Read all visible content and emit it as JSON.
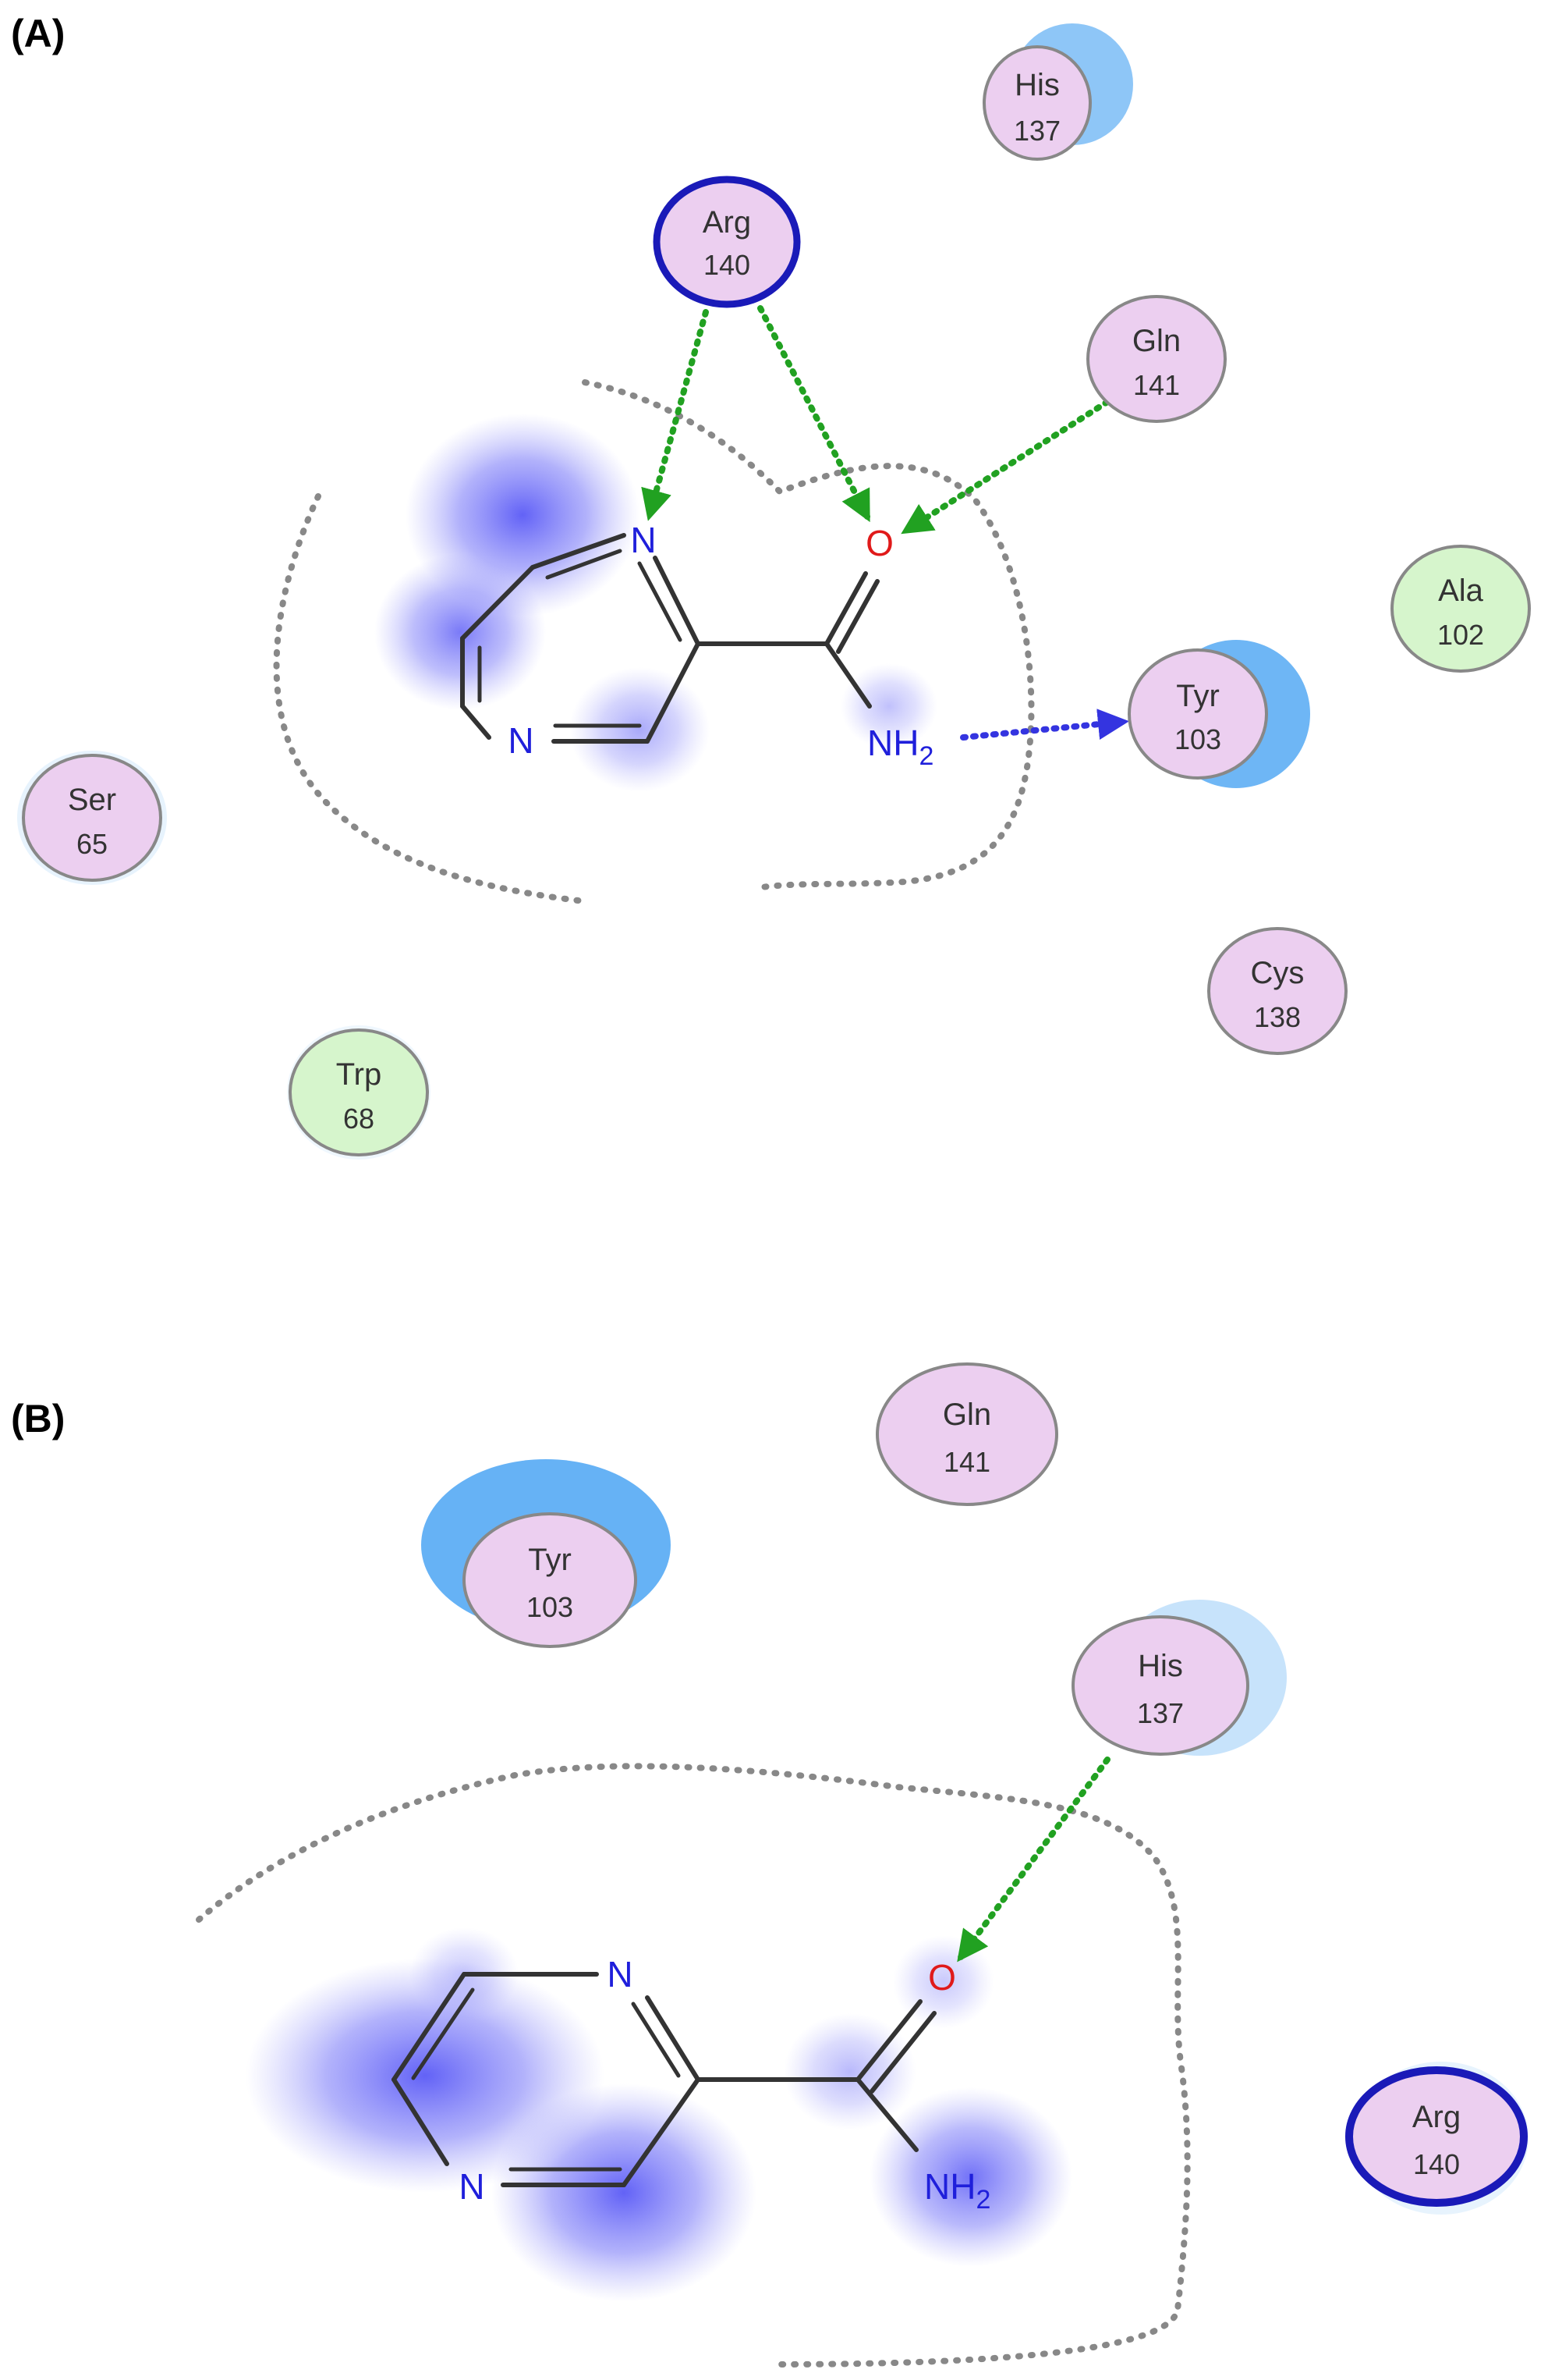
{
  "colors": {
    "residue_polar_fill": "#ECCFF0",
    "residue_hydrophobic_fill": "#D6F5CC",
    "residue_stroke": "#888888",
    "residue_strong_stroke": "#1A1AB8",
    "halo": "#5EAEF4",
    "ligand_glow": "#6E6EF8",
    "hbond_green": "#21A121",
    "hbond_blue": "#3434E0",
    "nitrogen": "#1F1FDB",
    "oxygen": "#E01A1A",
    "bond": "#333333",
    "pocket_outline": "#888888"
  },
  "panels": [
    {
      "label": "(A)",
      "residues": [
        {
          "name": "His",
          "number": "137",
          "type": "polar",
          "halo": "strong"
        },
        {
          "name": "Arg",
          "number": "140",
          "type": "polar",
          "outline": "strong"
        },
        {
          "name": "Gln",
          "number": "141",
          "type": "polar"
        },
        {
          "name": "Ala",
          "number": "102",
          "type": "hydrophobic"
        },
        {
          "name": "Tyr",
          "number": "103",
          "type": "polar",
          "halo": "strong"
        },
        {
          "name": "Ser",
          "number": "65",
          "type": "polar",
          "halo": "faint"
        },
        {
          "name": "Cys",
          "number": "138",
          "type": "polar"
        },
        {
          "name": "Trp",
          "number": "68",
          "type": "hydrophobic",
          "halo": "faint"
        }
      ],
      "atoms": {
        "n1": "N",
        "n4": "N",
        "o": "O",
        "nh": "NH",
        "sub": "2"
      },
      "interactions": [
        {
          "from": "Arg 140",
          "to": "N",
          "kind": "hbond"
        },
        {
          "from": "Arg 140",
          "to": "O",
          "kind": "hbond"
        },
        {
          "from": "Gln 141",
          "to": "O",
          "kind": "hbond"
        },
        {
          "from": "NH2",
          "to": "Tyr 103",
          "kind": "hbond-sidechain"
        }
      ]
    },
    {
      "label": "(B)",
      "residues": [
        {
          "name": "Gln",
          "number": "141",
          "type": "polar"
        },
        {
          "name": "Tyr",
          "number": "103",
          "type": "polar",
          "halo": "strong"
        },
        {
          "name": "His",
          "number": "137",
          "type": "polar",
          "halo": "light"
        },
        {
          "name": "Arg",
          "number": "140",
          "type": "polar",
          "outline": "strong"
        }
      ],
      "atoms": {
        "n1": "N",
        "n4": "N",
        "o": "O",
        "nh": "NH",
        "sub": "2"
      },
      "interactions": [
        {
          "from": "His 137",
          "to": "O",
          "kind": "hbond"
        }
      ]
    }
  ]
}
